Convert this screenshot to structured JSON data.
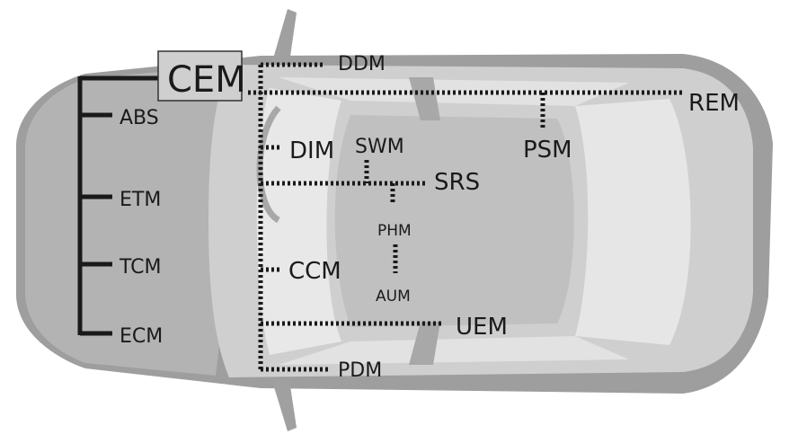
{
  "colors": {
    "body_dark": "#9e9e9e",
    "body_mid": "#b5b5b5",
    "body_light": "#cfcfcf",
    "glass": "#e6e6e6",
    "roof": "#c2c2c2",
    "bus_line": "#1a1a1a"
  },
  "modules": {
    "cem": "CEM",
    "abs": "ABS",
    "etm": "ETM",
    "tcm": "TCM",
    "ecm": "ECM",
    "ddm": "DDM",
    "rem": "REM",
    "dim": "DIM",
    "swm": "SWM",
    "psm": "PSM",
    "srs": "SRS",
    "phm": "PHM",
    "ccm": "CCM",
    "aum": "AUM",
    "uem": "UEM",
    "pdm": "PDM"
  }
}
